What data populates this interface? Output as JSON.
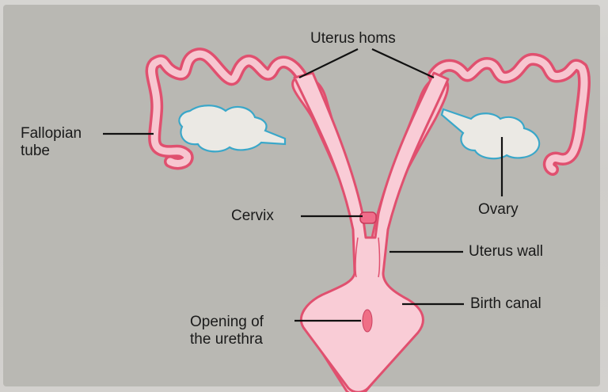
{
  "diagram": {
    "labels": {
      "uterus_horns": "Uterus homs",
      "fallopian_tube_line1": "Fallopian",
      "fallopian_tube_line2": "tube",
      "ovary": "Ovary",
      "cervix": "Cervix",
      "uterus_wall": "Uterus wall",
      "birth_canal": "Birth canal",
      "urethra_line1": "Opening of",
      "urethra_line2": "the urethra"
    },
    "colors": {
      "organ_fill": "#f7c6d0",
      "organ_outline": "#e0506f",
      "ovary_outline": "#3aa7c9",
      "ovary_fill": "#e9e7e2",
      "leader_line": "#111111",
      "background": "#b9b8b3"
    }
  }
}
